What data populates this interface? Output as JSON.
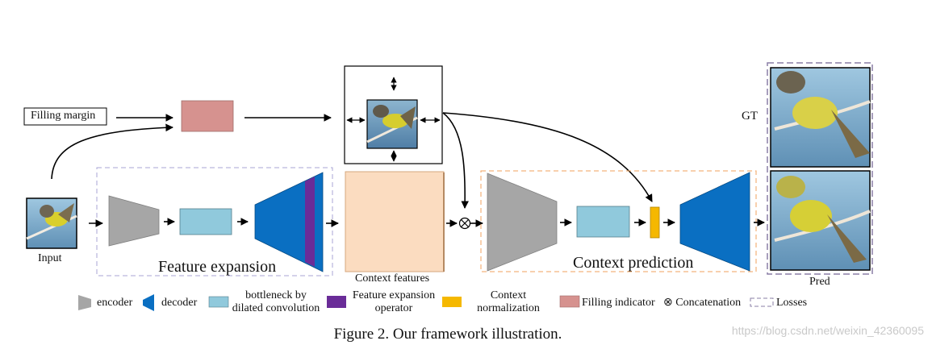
{
  "labels": {
    "filling_margin": "Filling margin",
    "input": "Input",
    "feature_expansion": "Feature expansion",
    "context_features": "Context features",
    "context_prediction": "Context prediction",
    "gt": "GT",
    "pred": "Pred"
  },
  "legend": {
    "encoder": "encoder",
    "decoder": "decoder",
    "bottleneck_line1": "bottleneck by",
    "bottleneck_line2": "dilated convolution",
    "feo_line1": "Feature expansion",
    "feo_line2": "operator",
    "cn_line1": "Context",
    "cn_line2": "normalization",
    "filling_indicator": "Filling indicator",
    "concatenation": "⊗ Concatenation",
    "losses": "Losses"
  },
  "caption": "Figure 2. Our framework illustration.",
  "watermark": "https://blog.csdn.net/weixin_42360095",
  "colors": {
    "encoder_gray": "#a6a6a6",
    "decoder_blue": "#0a6fc2",
    "bottleneck_lightblue": "#90c9dc",
    "feo_purple": "#6a2c98",
    "context_norm_yellow": "#f5b800",
    "filling_indicator_pink": "#d6928f",
    "context_features_peach": "#fbdcc0",
    "feature_box_dash": "#a9a6d6",
    "prediction_box_dash": "#f0a25c",
    "loss_dash": "#8a7fa6"
  }
}
